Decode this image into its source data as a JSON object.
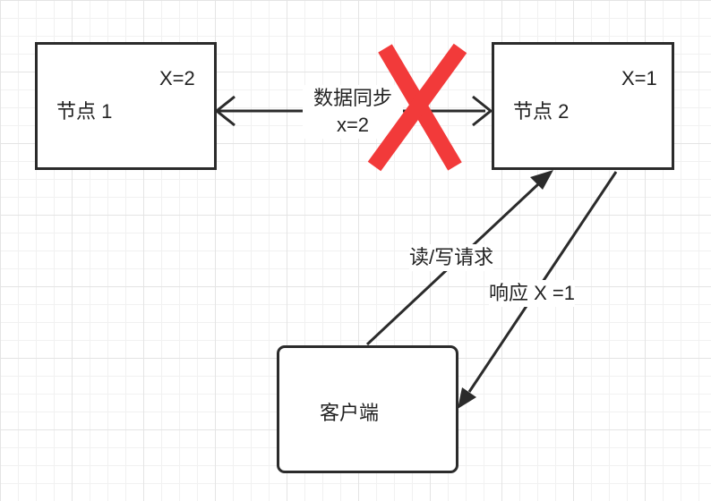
{
  "nodes": {
    "node1": {
      "label": "节点 1",
      "value": "X=2"
    },
    "node2": {
      "label": "节点 2",
      "value": "X=1"
    },
    "client": {
      "label": "客户端"
    }
  },
  "edges": {
    "sync": {
      "label_line1": "数据同步",
      "label_line2": "x=2",
      "status": "failed"
    },
    "request": {
      "label": "读/写请求"
    },
    "response": {
      "label": "响应 X =1"
    }
  },
  "colors": {
    "stroke": "#2b2b2b",
    "failure_mark": "#f23a3a"
  },
  "icons": {
    "sync_failure": "red-cross-icon"
  }
}
